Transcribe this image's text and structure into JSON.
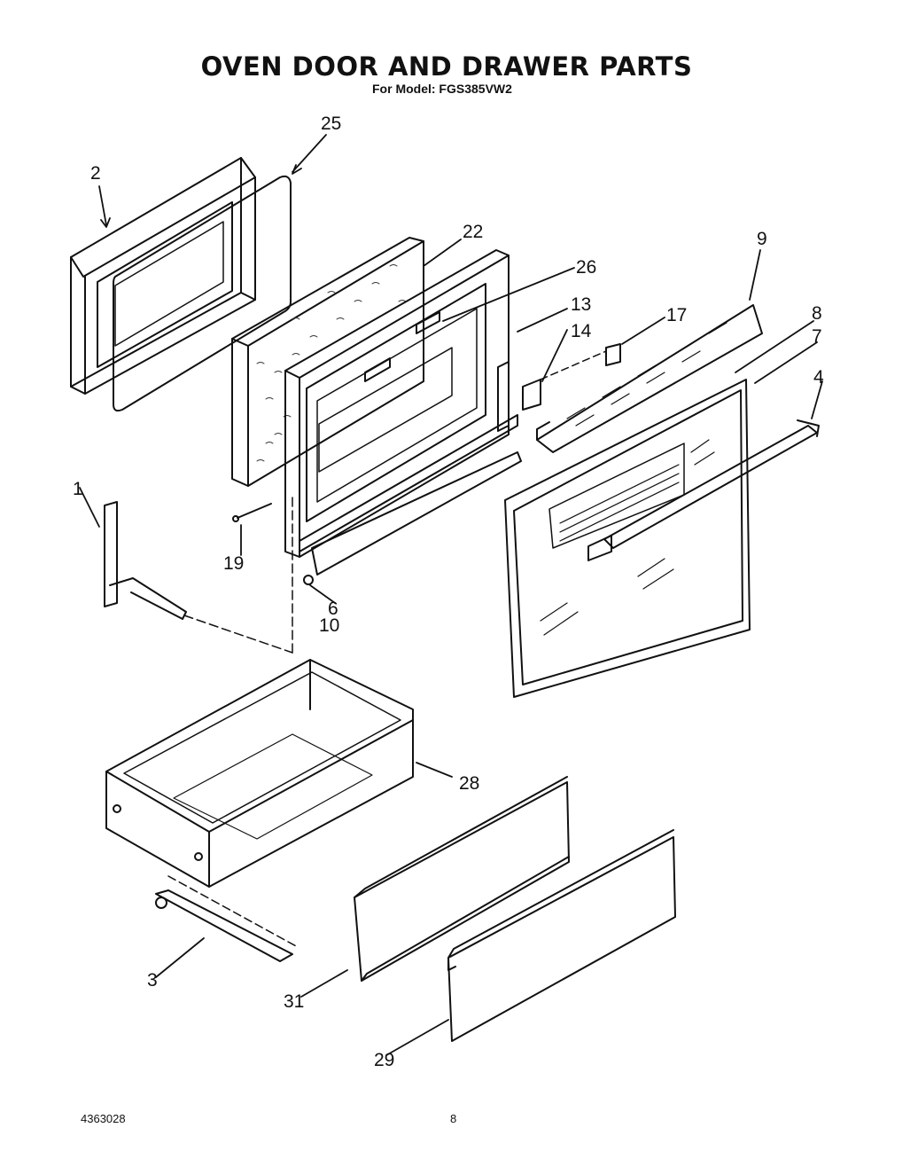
{
  "header": {
    "title": "OVEN DOOR AND DRAWER PARTS",
    "subtitle": "For Model: FGS385VW2"
  },
  "footer": {
    "doc_number": "4363028",
    "page_number": "8"
  },
  "callouts": [
    "1",
    "2",
    "3",
    "4",
    "6",
    "7",
    "8",
    "9",
    "10",
    "13",
    "14",
    "17",
    "19",
    "22",
    "25",
    "26",
    "28",
    "29",
    "31"
  ]
}
